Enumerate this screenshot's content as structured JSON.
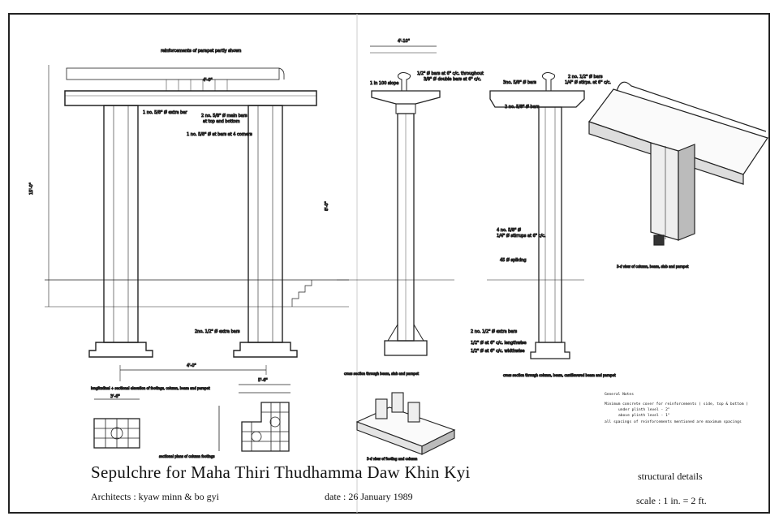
{
  "title": "Sepulchre for Maha Thiri Thudhamma Daw Khin Kyi",
  "architects": "Architects : kyaw minn & bo gyi",
  "date": "date : 26 January 1989",
  "sheet_title": "structural details",
  "scale": "scale : 1 in. = 2 ft.",
  "general_notes": {
    "heading": "General Notes",
    "lines": [
      "Minimum concrete cover for reinforcements ( side, top & bottom )",
      "under plinth level - 2\"",
      "above plinth level - 1\"",
      "all spacings of reinforcements mentioned are maximum spacings"
    ]
  },
  "captions": {
    "elevation": "longitudinal + sectional elevation of footings, column, beam and parapet",
    "footing_plans": "sectional plans of column footings",
    "section_beam": "cross section through beam, slab and parapet",
    "section_column": "cross section through column, beam, cantilevered beam and parapet",
    "view_3d_top": "3-d view of column, beam, slab and parapet",
    "view_3d_footing": "3-d view of footing and column"
  },
  "annotations": {
    "parapet": "reinforcements of parapet partly shown",
    "extra_bar": "1 no. 5/8\" Ø extra bar",
    "main_bars": "2 no. 5/8\" Ø main bars",
    "main_bars_2": "at top and bottom",
    "corners": "1 no. 5/8\" Ø at bars at 4 corners",
    "extra_bars_bottom": "2no. 1/2\" Ø extra bars",
    "bars_throughout": "1/2\" Ø bars at 6\" c/c. throughout",
    "double_bars": "3/8\" Ø double bars at 6\" c/c.",
    "slope": "1 in 100 slope",
    "bars_3": "3no. 5/8\" Ø bars",
    "bars_2": "2 no. 1/2\" Ø bars",
    "stirrups": "1/4\" Ø stirps. at 6\" c/c.",
    "bars_2b": "2 no. 5/8\" Ø bars",
    "col_bars": "4 no. 5/8\" Ø",
    "col_stirrups": "1/4\" Ø stirrups at 6\" c/c.",
    "splicing": "45 Ø splicing",
    "extra_bars_2": "2 no. 1/2\" Ø extra bars",
    "lengthwise": "1/2\" Ø at 6\" c/c. lengthwise",
    "widthwise": "1/2\" Ø at 6\" c/c. widthwise",
    "dim_span": "4'-0\"",
    "dim_height": "15'-0\"",
    "dim_col": "8'-0\"",
    "dim_width": "4'-10\"",
    "dim_footing": "3'-6\"",
    "dim_footing_b": "5'-6\""
  }
}
